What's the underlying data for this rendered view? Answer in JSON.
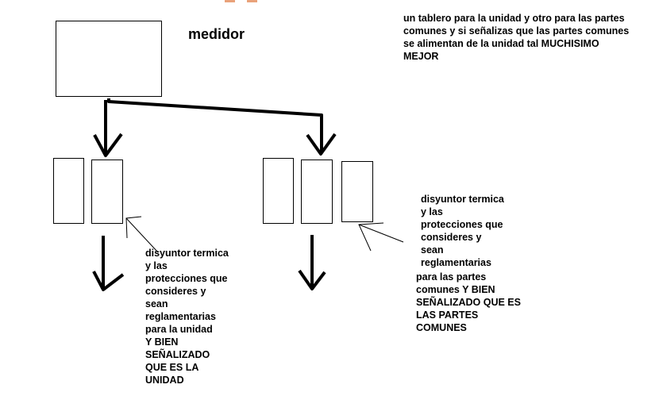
{
  "diagram": {
    "title": "medidor",
    "top_note": "un tablero  para la unidad y otro para las partes\ncomunes y si señalizas que las partes comunes\nse alimentan de la unidad tal  MUCHISIMO\nMEJOR",
    "unit_note": "disyuntor termica\ny las\nprotecciones que\nconsideres y\nsean\nreglamentarias\npara la unidad\nY BIEN\nSEÑALIZADO\nQUE ES LA\nUNIDAD",
    "common_note_a": "disyuntor termica\ny las\nprotecciones que\nconsideres y\nsean\nreglamentarias",
    "common_note_b": "para las partes\ncomunes Y BIEN\nSEÑALIZADO QUE ES\nLAS PARTES\nCOMUNES"
  },
  "colors": {
    "stroke": "#000000",
    "background": "#ffffff",
    "decoration": "#e9a27a"
  }
}
